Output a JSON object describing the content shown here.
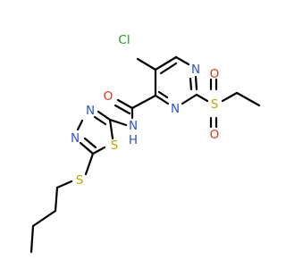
{
  "molecule": {
    "atoms": [
      {
        "id": "cl",
        "label": "Cl",
        "color": "#1fa01f"
      },
      {
        "id": "n1",
        "label": "N",
        "color": "#2f4fd6"
      },
      {
        "id": "n2",
        "label": "N",
        "color": "#2f4fd6"
      },
      {
        "id": "s1",
        "label": "S",
        "color": "#b5a800"
      },
      {
        "id": "o1",
        "label": "O",
        "color": "#e03020"
      },
      {
        "id": "o2",
        "label": "O",
        "color": "#e03020"
      },
      {
        "id": "o3",
        "label": "O",
        "color": "#e03020"
      },
      {
        "id": "nh",
        "label": "N",
        "color": "#2f4fd6"
      },
      {
        "id": "h",
        "label": "H",
        "color": "#2f4fd6"
      },
      {
        "id": "n3",
        "label": "N",
        "color": "#2f4fd6"
      },
      {
        "id": "n4",
        "label": "N",
        "color": "#2f4fd6"
      },
      {
        "id": "s2",
        "label": "S",
        "color": "#b5a800"
      },
      {
        "id": "s3",
        "label": "S",
        "color": "#b5a800"
      }
    ]
  }
}
